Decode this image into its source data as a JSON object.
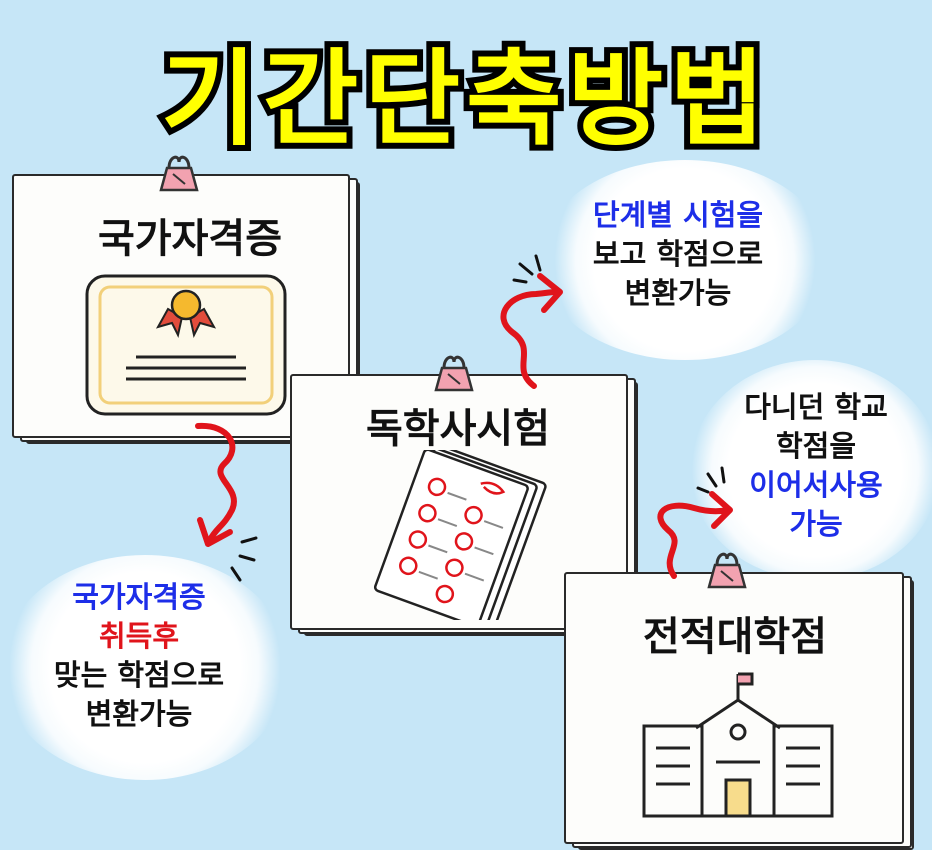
{
  "title": "기간단축방법",
  "cards": {
    "cert": {
      "title": "국가자격증",
      "icon": "certificate-icon"
    },
    "selfstudy": {
      "title": "독학사시험",
      "icon": "exam-papers-icon"
    },
    "transfer": {
      "title": "전적대학점",
      "icon": "school-building-icon"
    }
  },
  "notes": {
    "selfstudy": {
      "line1": "단계별 시험을",
      "line2": "보고 학점으로",
      "line3": "변환가능"
    },
    "transfer": {
      "line1": "다니던 학교",
      "line2": "학점을",
      "line3": "이어서사용",
      "line4": "가능"
    },
    "cert": {
      "line1": "국가자격증",
      "line2": "취득후",
      "line3": "맞는 학점으로",
      "line4": "변환가능"
    }
  },
  "colors": {
    "background": "#c6e6f7",
    "title": "#ffff00",
    "arrow": "#e0141b",
    "highlight_blue": "#1d2ee8",
    "highlight_red": "#e0141b",
    "clip": "#f2a2b0"
  }
}
